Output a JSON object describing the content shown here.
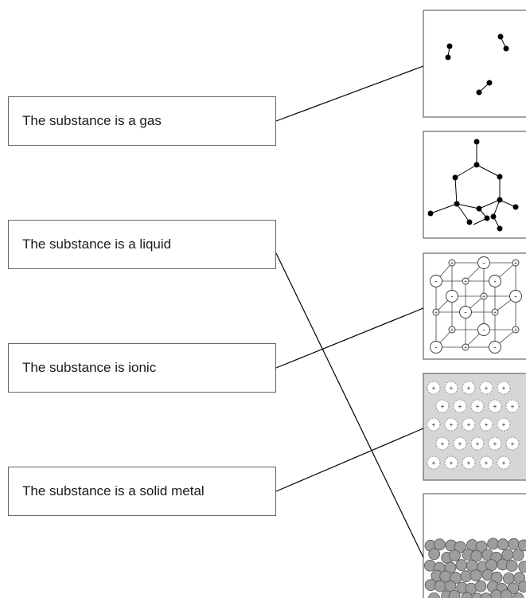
{
  "statements": [
    {
      "id": "gas",
      "text": "The substance is a gas"
    },
    {
      "id": "liquid",
      "text": "The substance is a liquid"
    },
    {
      "id": "ionic",
      "text": "The substance is ionic"
    },
    {
      "id": "metal",
      "text": "The substance is a solid metal"
    }
  ],
  "panels": [
    {
      "id": "gas-molecules",
      "depicts": "diatomic molecules far apart"
    },
    {
      "id": "covalent-network",
      "depicts": "giant covalent lattice"
    },
    {
      "id": "ionic-lattice",
      "depicts": "ionic lattice of + and - ions"
    },
    {
      "id": "metal-lattice",
      "depicts": "positive ions in sea of electrons"
    },
    {
      "id": "liquid-particles",
      "depicts": "close-packed disordered particles"
    }
  ],
  "connections": [
    {
      "from": "gas",
      "to": "gas-molecules"
    },
    {
      "from": "liquid",
      "to": "liquid-particles"
    },
    {
      "from": "ionic",
      "to": "ionic-lattice"
    },
    {
      "from": "metal",
      "to": "metal-lattice"
    }
  ],
  "ion_signs": {
    "positive": "+",
    "negative": "-"
  }
}
